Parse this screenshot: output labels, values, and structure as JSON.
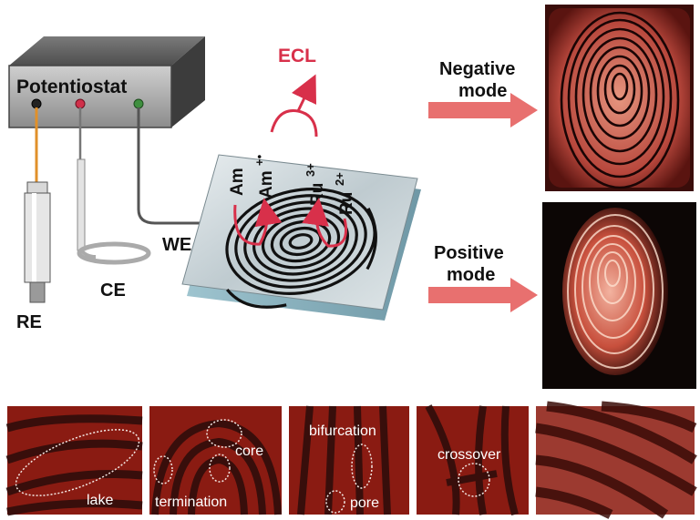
{
  "device": {
    "label": "Potentiostat",
    "case_color": "#5a5a5a",
    "ports": [
      {
        "name": "black",
        "color": "#222222"
      },
      {
        "name": "red",
        "color": "#d0304a"
      },
      {
        "name": "green",
        "color": "#3f8f3f"
      }
    ]
  },
  "electrodes": {
    "reference": "RE",
    "counter": "CE",
    "working": "WE"
  },
  "reaction": {
    "output": "ECL",
    "species": [
      "Am",
      "Am",
      "Ru",
      "Ru"
    ],
    "superscripts": [
      "",
      "+•",
      "3+",
      "2+"
    ],
    "accent": "#d8304a"
  },
  "modes": [
    {
      "line1": "Negative",
      "line2": "mode"
    },
    {
      "line1": "Positive",
      "line2": "mode"
    }
  ],
  "details": [
    {
      "labels": [
        "lake"
      ]
    },
    {
      "labels": [
        "core",
        "termination"
      ]
    },
    {
      "labels": [
        "bifurcation",
        "pore"
      ]
    },
    {
      "labels": [
        "crossover"
      ]
    },
    {
      "labels": []
    }
  ],
  "colors": {
    "arrow": "#e8706f",
    "text": "#111111",
    "detail_bg": "#8a1b12",
    "detail_ridge": "#2a0c0a"
  }
}
